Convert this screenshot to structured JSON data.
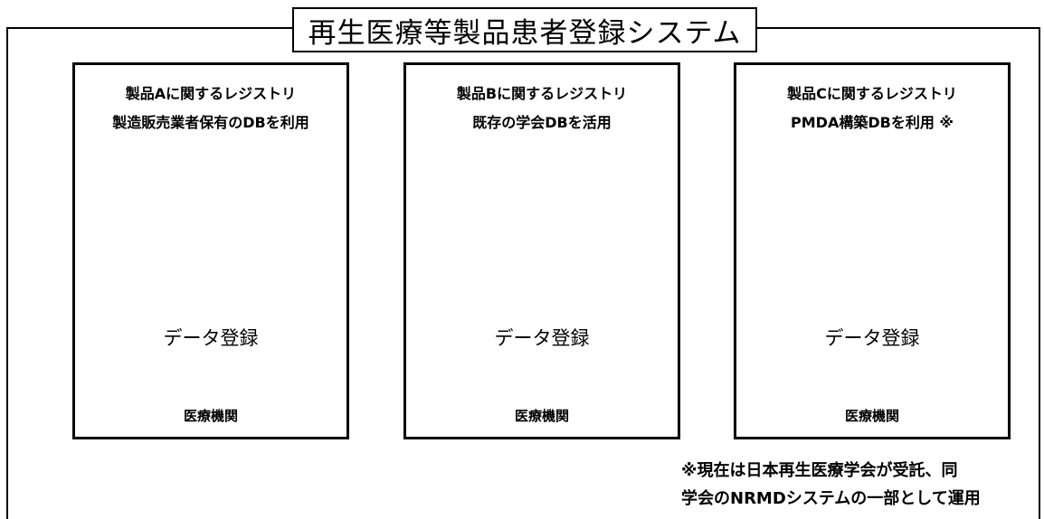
{
  "title": "再生医療等製品患者登録システム",
  "panels": [
    {
      "line1": "製品Aに関するレジストリ",
      "line2": "製造販売業者保有のDBを利用",
      "data_entry": "データ登録",
      "institutions": "医療機関"
    },
    {
      "line1": "製品Bに関するレジストリ",
      "line2": "既存の学会DBを活用",
      "data_entry": "データ登録",
      "institutions": "医療機関"
    },
    {
      "line1": "製品Cに関するレジストリ",
      "line2": "PMDA構築DBを利用 ※",
      "data_entry": "データ登録",
      "institutions": "医療機関"
    }
  ],
  "footnote": {
    "line1": "※現在は日本再生医療学会が受託、同",
    "line2": "学会のNRMDシステムの一部として運用"
  },
  "colors": {
    "database_light": "#8a8a8a",
    "database_dark": "#2e2e2e",
    "building": "#333333"
  },
  "icons": [
    "database-icon",
    "arrow-up-icon",
    "hospital-building-icon"
  ]
}
